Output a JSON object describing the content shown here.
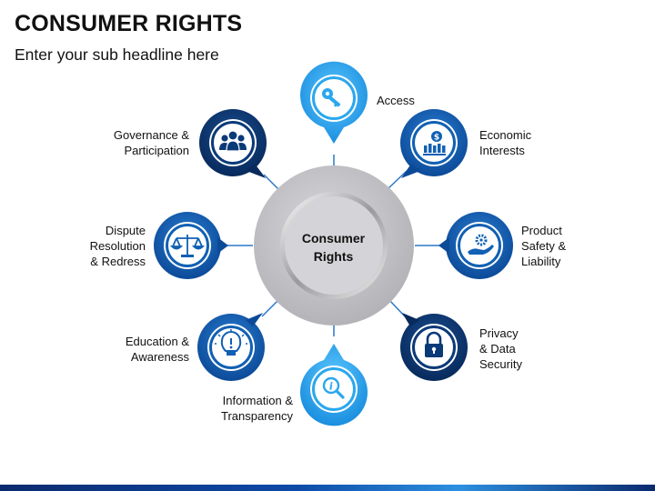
{
  "title": "CONSUMER RIGHTS",
  "subtitle": "Enter your sub headline here",
  "center": {
    "label": "Consumer\nRights"
  },
  "colors": {
    "light_blue": "#2aa7ee",
    "navy": "#0b3a78",
    "royal": "#1160b3",
    "center_gray": "#c8c8cc"
  },
  "nodes": [
    {
      "id": "access",
      "label": "Access",
      "icon": "key-icon",
      "color": "light_blue"
    },
    {
      "id": "economic",
      "label": "Economic\nInterests",
      "icon": "economy-icon",
      "color": "royal"
    },
    {
      "id": "product-safety",
      "label": "Product\nSafety &\nLiability",
      "icon": "hand-gear-icon",
      "color": "royal"
    },
    {
      "id": "privacy",
      "label": "Privacy\n& Data\nSecurity",
      "icon": "lock-icon",
      "color": "navy"
    },
    {
      "id": "information",
      "label": "Information &\nTransparency",
      "icon": "info-search-icon",
      "color": "light_blue"
    },
    {
      "id": "education",
      "label": "Education &\nAwareness",
      "icon": "lightbulb-icon",
      "color": "royal"
    },
    {
      "id": "dispute",
      "label": "Dispute\nResolution\n& Redress",
      "icon": "scales-icon",
      "color": "royal"
    },
    {
      "id": "governance",
      "label": "Governance &\nParticipation",
      "icon": "people-icon",
      "color": "navy"
    }
  ]
}
